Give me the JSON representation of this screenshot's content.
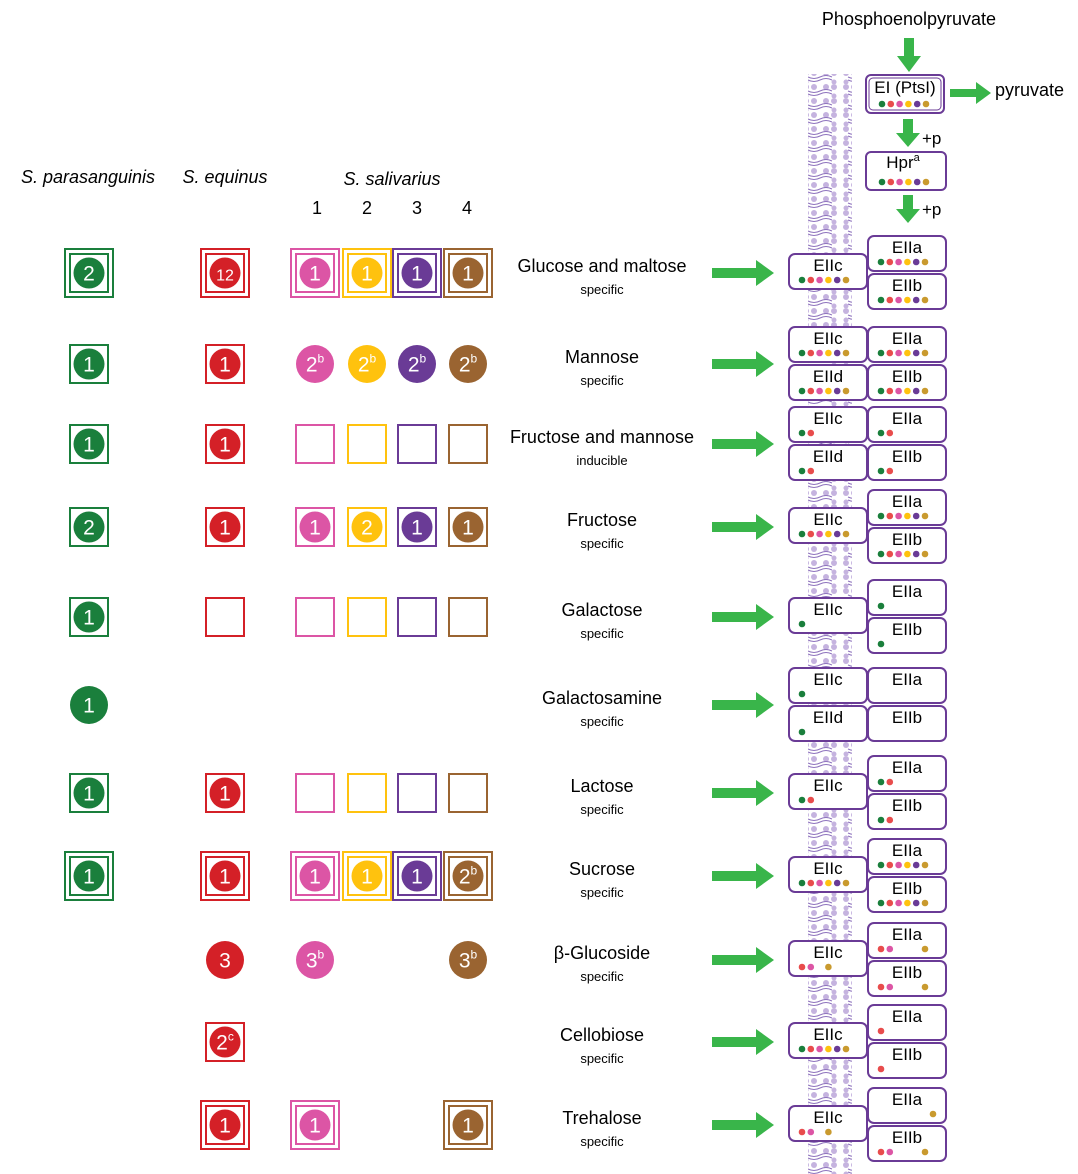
{
  "header": {
    "species": [
      "S. parasanguinis",
      "S. equinus",
      "S. salivarius"
    ],
    "salivarius_strains": [
      "1",
      "2",
      "3",
      "4"
    ]
  },
  "top": {
    "phosphoenolpyruvate": "Phosphoenolpyruvate",
    "pyruvate": "pyruvate",
    "ei_label": "EI (PtsI)",
    "hpr_label": "Hpr",
    "hpr_sup": "a",
    "plus_p": "+p"
  },
  "colors": {
    "parasanguinis": "#1a7f3c",
    "equinus": "#d42027",
    "sal1": "#dc55a5",
    "sal2": "#ffc20e",
    "sal3": "#6a3b96",
    "sal4": "#9a6431",
    "arrow": "#39b54a",
    "box_border": "#6a3b96",
    "membrane": "#c5b3df",
    "membrane_dark": "#8e73bd",
    "dot_red": "#e84c4c",
    "dot_gold": "#c99a2e"
  },
  "rows": [
    {
      "name": "Glucose and maltose",
      "sub": "specific",
      "symbols": [
        {
          "col": "parasanguinis",
          "shape": "square-double",
          "count": "2"
        },
        {
          "col": "equinus",
          "shape": "square-double",
          "count": "12"
        },
        {
          "col": "sal1",
          "shape": "square-double",
          "count": "1"
        },
        {
          "col": "sal2",
          "shape": "square-double",
          "count": "1"
        },
        {
          "col": "sal3",
          "shape": "square-double",
          "count": "1"
        },
        {
          "col": "sal4",
          "shape": "square-double",
          "count": "1"
        }
      ],
      "layout": "c-left",
      "boxes": {
        "left": [
          {
            "label": "EIIc",
            "dots": [
              "parasanguinis",
              "dot_red",
              "sal1",
              "sal2",
              "sal3",
              "dot_gold"
            ]
          }
        ],
        "right": [
          {
            "label": "EIIa",
            "dots": [
              "parasanguinis",
              "dot_red",
              "sal1",
              "sal2",
              "sal3",
              "dot_gold"
            ]
          },
          {
            "label": "EIIb",
            "dots": [
              "parasanguinis",
              "dot_red",
              "sal1",
              "sal2",
              "sal3",
              "dot_gold"
            ]
          }
        ]
      }
    },
    {
      "name": "Mannose",
      "sub": "specific",
      "symbols": [
        {
          "col": "parasanguinis",
          "shape": "square",
          "count": "1"
        },
        {
          "col": "equinus",
          "shape": "square",
          "count": "1"
        },
        {
          "col": "sal1",
          "shape": "circle",
          "count": "2",
          "sup": "b"
        },
        {
          "col": "sal2",
          "shape": "circle",
          "count": "2",
          "sup": "b"
        },
        {
          "col": "sal3",
          "shape": "circle",
          "count": "2",
          "sup": "b"
        },
        {
          "col": "sal4",
          "shape": "circle",
          "count": "2",
          "sup": "b"
        }
      ],
      "layout": "cd",
      "boxes": {
        "left": [
          {
            "label": "EIIc",
            "dots": [
              "parasanguinis",
              "dot_red",
              "sal1",
              "sal2",
              "sal3",
              "dot_gold"
            ]
          },
          {
            "label": "EIId",
            "dots": [
              "parasanguinis",
              "dot_red",
              "sal1",
              "sal2",
              "sal3",
              "dot_gold"
            ]
          }
        ],
        "right": [
          {
            "label": "EIIa",
            "dots": [
              "parasanguinis",
              "dot_red",
              "sal1",
              "sal2",
              "sal3",
              "dot_gold"
            ]
          },
          {
            "label": "EIIb",
            "dots": [
              "parasanguinis",
              "dot_red",
              "sal1",
              "sal2",
              "sal3",
              "dot_gold"
            ]
          }
        ]
      }
    },
    {
      "name": "Fructose and mannose",
      "sub": "inducible",
      "symbols": [
        {
          "col": "parasanguinis",
          "shape": "square",
          "count": "1"
        },
        {
          "col": "equinus",
          "shape": "square",
          "count": "1"
        },
        {
          "col": "sal1",
          "shape": "empty"
        },
        {
          "col": "sal2",
          "shape": "empty"
        },
        {
          "col": "sal3",
          "shape": "empty"
        },
        {
          "col": "sal4",
          "shape": "empty"
        }
      ],
      "layout": "cd",
      "boxes": {
        "left": [
          {
            "label": "EIIc",
            "dots": [
              "parasanguinis",
              "dot_red"
            ]
          },
          {
            "label": "EIId",
            "dots": [
              "parasanguinis",
              "dot_red"
            ]
          }
        ],
        "right": [
          {
            "label": "EIIa",
            "dots": [
              "parasanguinis",
              "dot_red"
            ]
          },
          {
            "label": "EIIb",
            "dots": [
              "parasanguinis",
              "dot_red"
            ]
          }
        ]
      }
    },
    {
      "name": "Fructose",
      "sub": "specific",
      "symbols": [
        {
          "col": "parasanguinis",
          "shape": "square",
          "count": "2"
        },
        {
          "col": "equinus",
          "shape": "square",
          "count": "1"
        },
        {
          "col": "sal1",
          "shape": "square",
          "count": "1"
        },
        {
          "col": "sal2",
          "shape": "square",
          "count": "2"
        },
        {
          "col": "sal3",
          "shape": "square",
          "count": "1"
        },
        {
          "col": "sal4",
          "shape": "square",
          "count": "1"
        }
      ],
      "layout": "c-left",
      "boxes": {
        "left": [
          {
            "label": "EIIc",
            "dots": [
              "parasanguinis",
              "dot_red",
              "sal1",
              "sal2",
              "sal3",
              "dot_gold"
            ]
          }
        ],
        "right": [
          {
            "label": "EIIa",
            "dots": [
              "parasanguinis",
              "dot_red",
              "sal1",
              "sal2",
              "sal3",
              "dot_gold"
            ]
          },
          {
            "label": "EIIb",
            "dots": [
              "parasanguinis",
              "dot_red",
              "sal1",
              "sal2",
              "sal3",
              "dot_gold"
            ]
          }
        ]
      }
    },
    {
      "name": "Galactose",
      "sub": "specific",
      "symbols": [
        {
          "col": "parasanguinis",
          "shape": "square",
          "count": "1"
        },
        {
          "col": "equinus",
          "shape": "empty"
        },
        {
          "col": "sal1",
          "shape": "empty"
        },
        {
          "col": "sal2",
          "shape": "empty"
        },
        {
          "col": "sal3",
          "shape": "empty"
        },
        {
          "col": "sal4",
          "shape": "empty"
        }
      ],
      "layout": "c-left",
      "boxes": {
        "left": [
          {
            "label": "EIIc",
            "dots": [
              "parasanguinis"
            ]
          }
        ],
        "right": [
          {
            "label": "EIIa",
            "dots": [
              "parasanguinis"
            ]
          },
          {
            "label": "EIIb",
            "dots": [
              "parasanguinis"
            ]
          }
        ]
      }
    },
    {
      "name": "Galactosamine",
      "sub": "specific",
      "symbols": [
        {
          "col": "parasanguinis",
          "shape": "circle",
          "count": "1"
        }
      ],
      "layout": "cd",
      "boxes": {
        "left": [
          {
            "label": "EIIc",
            "dots": [
              "parasanguinis"
            ]
          },
          {
            "label": "EIId",
            "dots": [
              "parasanguinis"
            ]
          }
        ],
        "right": [
          {
            "label": "EIIa",
            "dots": []
          },
          {
            "label": "EIIb",
            "dots": []
          }
        ]
      }
    },
    {
      "name": "Lactose",
      "sub": "specific",
      "symbols": [
        {
          "col": "parasanguinis",
          "shape": "square",
          "count": "1"
        },
        {
          "col": "equinus",
          "shape": "square",
          "count": "1"
        },
        {
          "col": "sal1",
          "shape": "empty"
        },
        {
          "col": "sal2",
          "shape": "empty"
        },
        {
          "col": "sal3",
          "shape": "empty"
        },
        {
          "col": "sal4",
          "shape": "empty"
        }
      ],
      "layout": "c-left",
      "boxes": {
        "left": [
          {
            "label": "EIIc",
            "dots": [
              "parasanguinis",
              "dot_red"
            ]
          }
        ],
        "right": [
          {
            "label": "EIIa",
            "dots": [
              "parasanguinis",
              "dot_red"
            ]
          },
          {
            "label": "EIIb",
            "dots": [
              "parasanguinis",
              "dot_red"
            ]
          }
        ]
      }
    },
    {
      "name": "Sucrose",
      "sub": "specific",
      "symbols": [
        {
          "col": "parasanguinis",
          "shape": "square-double",
          "count": "1"
        },
        {
          "col": "equinus",
          "shape": "square-double",
          "count": "1"
        },
        {
          "col": "sal1",
          "shape": "square-double",
          "count": "1"
        },
        {
          "col": "sal2",
          "shape": "square-double",
          "count": "1"
        },
        {
          "col": "sal3",
          "shape": "square-double",
          "count": "1"
        },
        {
          "col": "sal4",
          "shape": "square-double",
          "count": "2",
          "sup": "b"
        }
      ],
      "layout": "c-left",
      "boxes": {
        "left": [
          {
            "label": "EIIc",
            "dots": [
              "parasanguinis",
              "dot_red",
              "sal1",
              "sal2",
              "sal3",
              "dot_gold"
            ]
          }
        ],
        "right": [
          {
            "label": "EIIa",
            "dots": [
              "parasanguinis",
              "dot_red",
              "sal1",
              "sal2",
              "sal3",
              "dot_gold"
            ]
          },
          {
            "label": "EIIb",
            "dots": [
              "parasanguinis",
              "dot_red",
              "sal1",
              "sal2",
              "sal3",
              "dot_gold"
            ]
          }
        ]
      }
    },
    {
      "name": "β-Glucoside",
      "sub": "specific",
      "symbols": [
        {
          "col": "equinus",
          "shape": "circle",
          "count": "3"
        },
        {
          "col": "sal1",
          "shape": "circle",
          "count": "3",
          "sup": "b"
        },
        {
          "col": "sal4",
          "shape": "circle",
          "count": "3",
          "sup": "b"
        }
      ],
      "layout": "c-left",
      "boxes": {
        "left": [
          {
            "label": "EIIc",
            "dots": [
              "dot_red",
              "sal1",
              "gap",
              "dot_gold"
            ]
          }
        ],
        "right": [
          {
            "label": "EIIa",
            "dots": [
              "dot_red",
              "sal1",
              "gap",
              "gap",
              "gap",
              "dot_gold"
            ]
          },
          {
            "label": "EIIb",
            "dots": [
              "dot_red",
              "sal1",
              "gap",
              "gap",
              "gap",
              "dot_gold"
            ]
          }
        ]
      }
    },
    {
      "name": "Cellobiose",
      "sub": "specific",
      "symbols": [
        {
          "col": "equinus",
          "shape": "square",
          "count": "2",
          "sup": "c"
        }
      ],
      "layout": "c-left",
      "boxes": {
        "left": [
          {
            "label": "EIIc",
            "dots": [
              "parasanguinis",
              "dot_red",
              "sal1",
              "sal2",
              "sal3",
              "dot_gold"
            ]
          }
        ],
        "right": [
          {
            "label": "EIIa",
            "dots": [
              "dot_red"
            ]
          },
          {
            "label": "EIIb",
            "dots": [
              "dot_red"
            ]
          }
        ]
      }
    },
    {
      "name": "Trehalose",
      "sub": "specific",
      "symbols": [
        {
          "col": "equinus",
          "shape": "square-double",
          "count": "1"
        },
        {
          "col": "sal1",
          "shape": "square-double",
          "count": "1"
        },
        {
          "col": "sal4",
          "shape": "square-double",
          "count": "1"
        }
      ],
      "layout": "c-left",
      "boxes": {
        "left": [
          {
            "label": "EIIc",
            "dots": [
              "dot_red",
              "sal1",
              "gap",
              "dot_gold"
            ]
          }
        ],
        "right": [
          {
            "label": "EIIa",
            "dots": [
              "dot_gold-right"
            ]
          },
          {
            "label": "EIIb",
            "dots": [
              "dot_red",
              "sal1",
              "gap",
              "gap",
              "gap",
              "dot_gold"
            ]
          }
        ]
      }
    }
  ]
}
